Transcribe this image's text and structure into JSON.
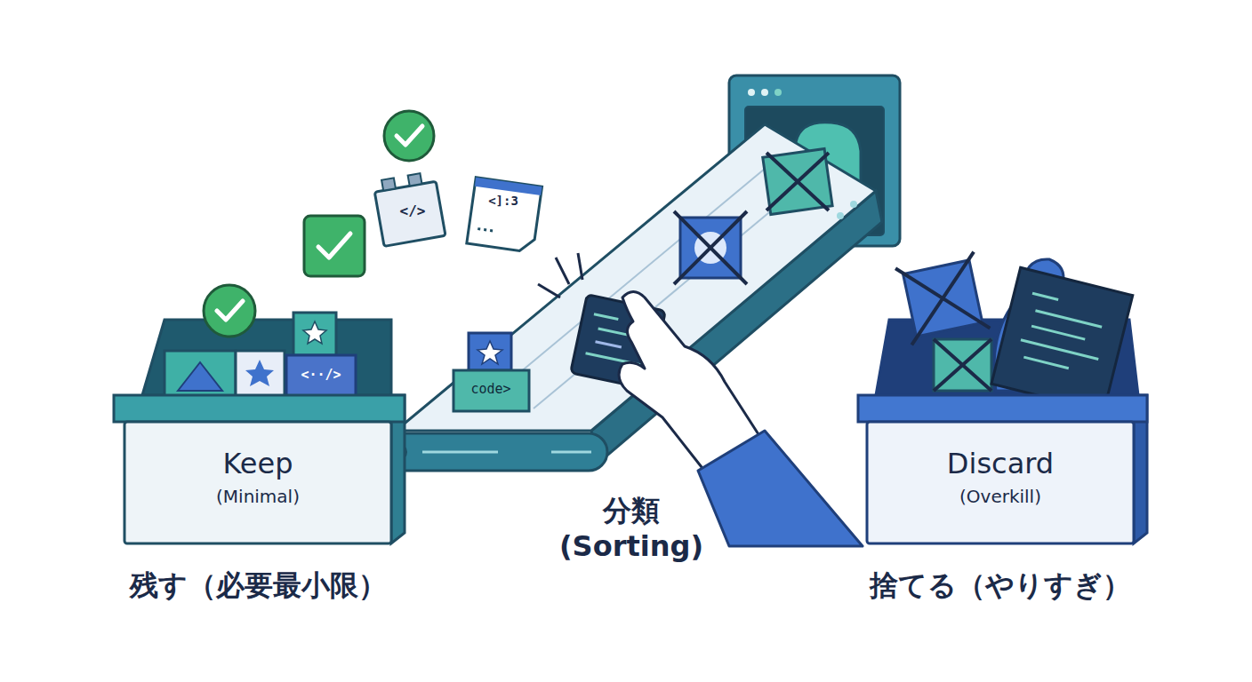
{
  "diagram": {
    "nodes": [
      {
        "text": [
          "Keep",
          "(Minimal)",
          "残す（必要最小限）"
        ]
      },
      {
        "text": [
          "Discard",
          "(Overkill)",
          "捨てる（やりすぎ）"
        ]
      }
    ],
    "labels": [
      "分類 (Sorting)",
      "</>",
      "<]:3",
      "code>",
      "<··/>"
    ]
  }
}
